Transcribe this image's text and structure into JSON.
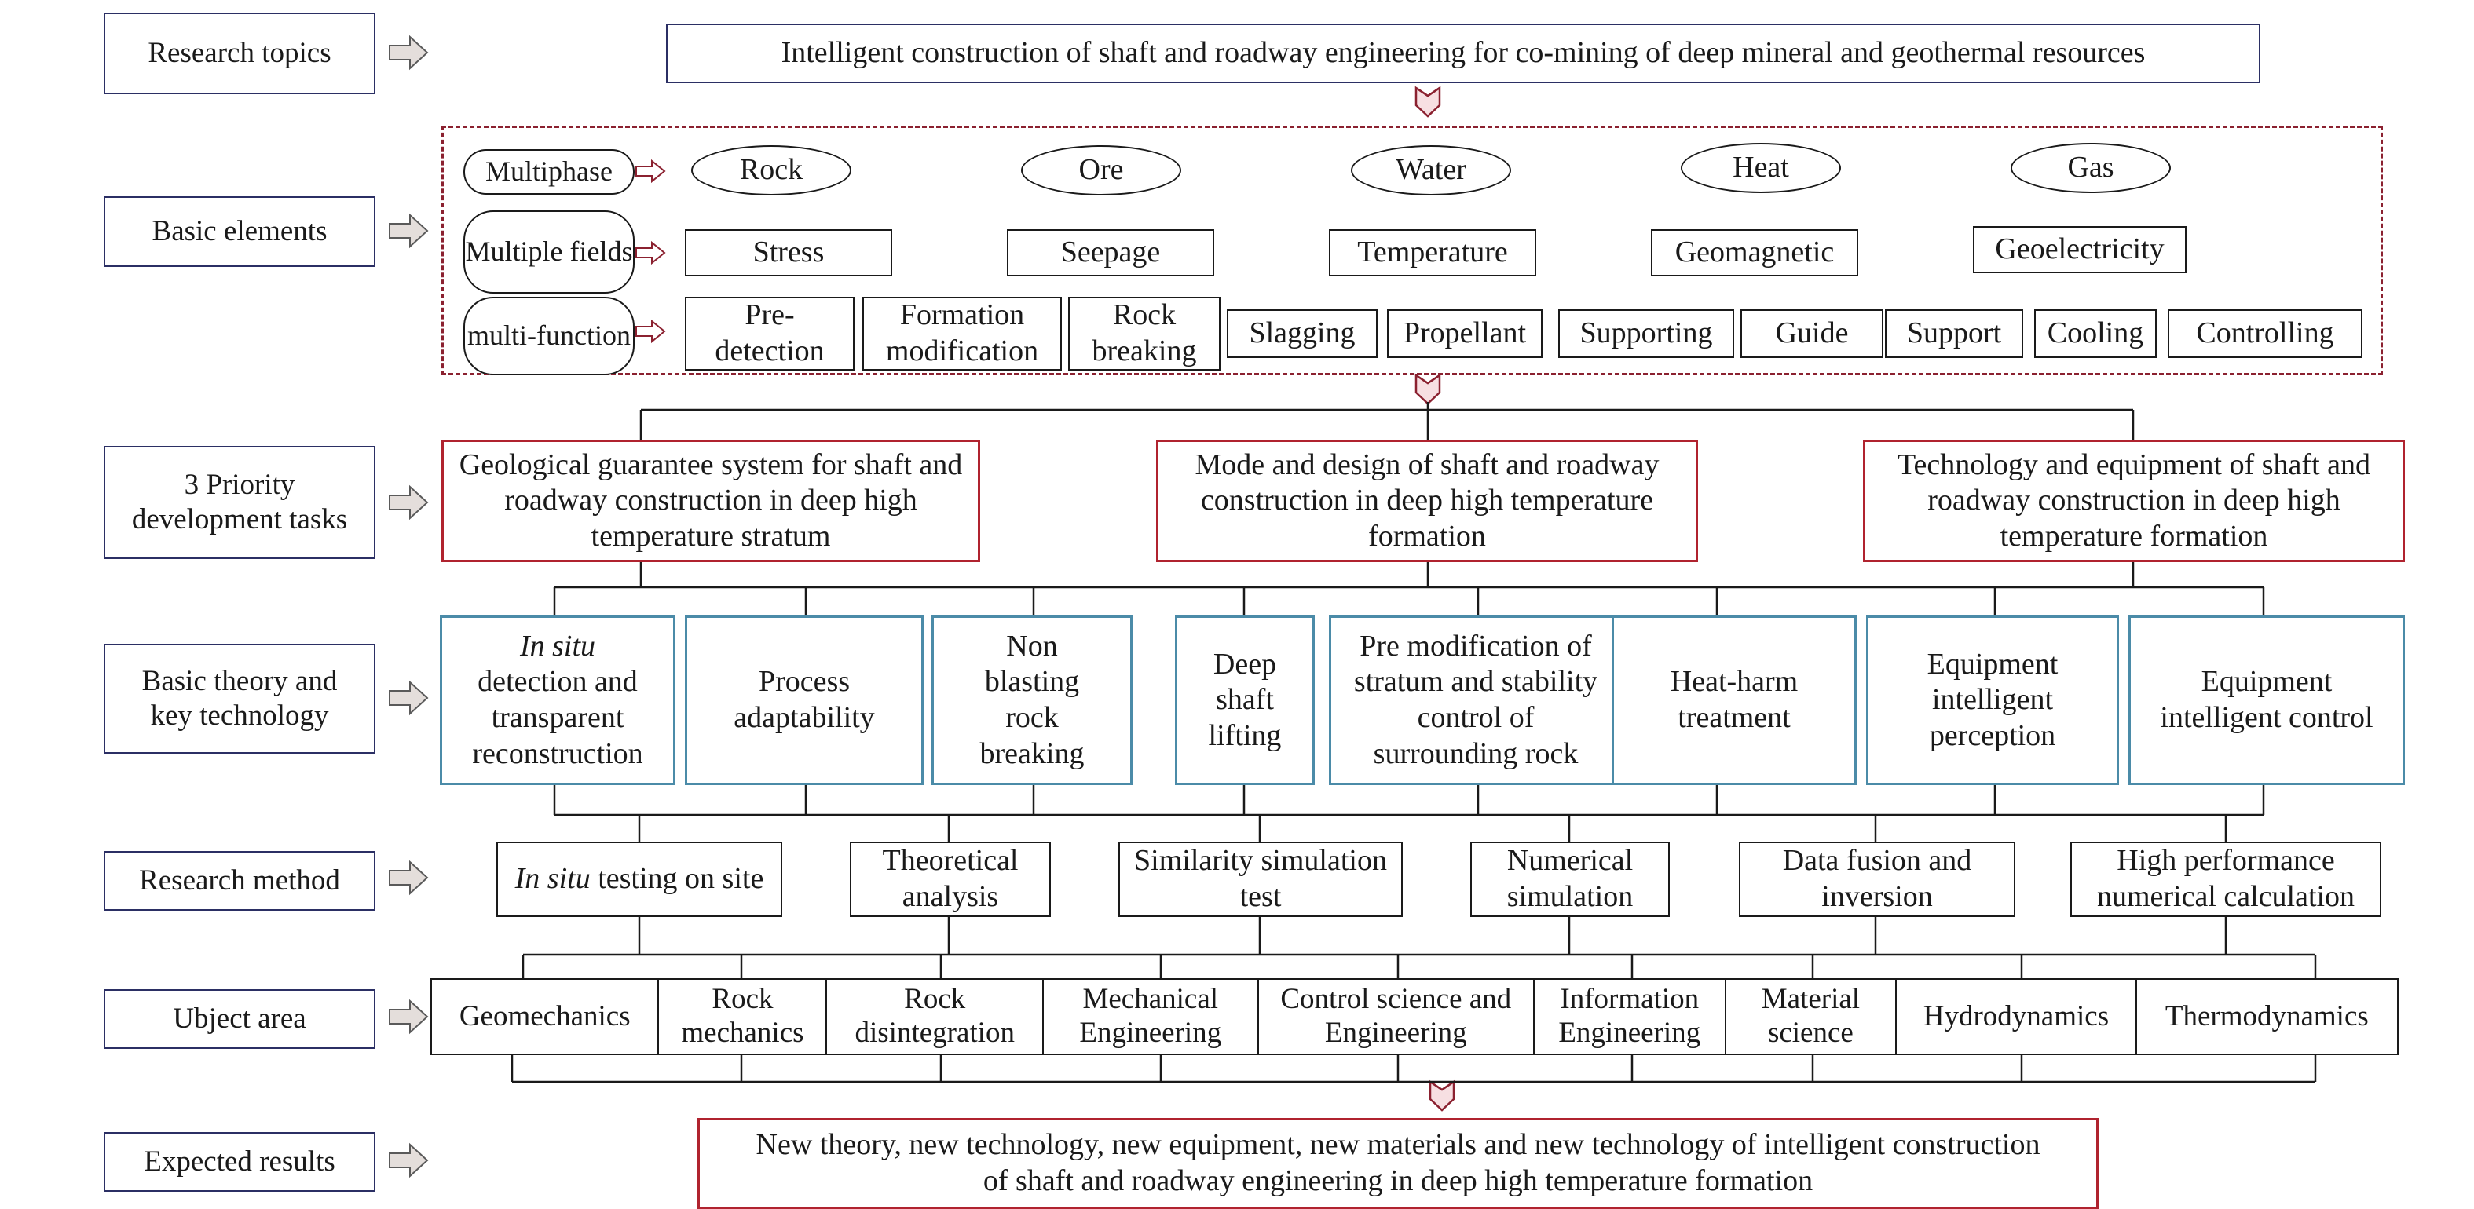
{
  "row_labels": {
    "research_topics": "Research topics",
    "basic_elements": "Basic elements",
    "priority_tasks": "3 Priority development tasks",
    "basic_theory": "Basic theory and key technology",
    "research_method": "Research method",
    "object_area": "Ubject area",
    "expected_results": "Expected results"
  },
  "research_topic": "Intelligent construction of shaft and roadway engineering for co-mining of deep mineral and geothermal resources",
  "basic_elements": {
    "multiphase": {
      "label": "Multiphase",
      "items": [
        "Rock",
        "Ore",
        "Water",
        "Heat",
        "Gas"
      ]
    },
    "multiple_fields": {
      "label": "Multiple fields",
      "items": [
        "Stress",
        "Seepage",
        "Temperature",
        "Geomagnetic",
        "Geoelectricity"
      ]
    },
    "multi_function": {
      "label": "multi-function",
      "items": [
        "Pre-detection",
        "Formation modification",
        "Rock breaking",
        "Slagging",
        "Propellant",
        "Supporting",
        "Guide",
        "Support",
        "Cooling",
        "Controlling"
      ]
    }
  },
  "priority_tasks": [
    "Geological guarantee system for shaft and roadway construction in deep high temperature stratum",
    "Mode and design of shaft and roadway construction in deep high temperature formation",
    "Technology and equipment of shaft and roadway construction in deep high temperature formation"
  ],
  "basic_theory": {
    "in_situ_italic": "In situ",
    "in_situ_rest": "detection and transparent reconstruction",
    "items": [
      "Process adaptability",
      "Non blasting rock breaking",
      "Deep shaft lifting",
      "Pre modification of stratum and stability control of surrounding rock",
      "Heat-harm treatment",
      "Equipment intelligent perception",
      "Equipment intelligent control"
    ]
  },
  "research_method": {
    "in_situ_italic": "In situ",
    "in_situ_rest": "testing on site",
    "items": [
      "Theoretical analysis",
      "Similarity simulation test",
      "Numerical simulation",
      "Data fusion and inversion",
      "High performance numerical calculation"
    ]
  },
  "object_areas": [
    "Geomechanics",
    "Rock mechanics",
    "Rock disintegration",
    "Mechanical Engineering",
    "Control science and Engineering",
    "Information Engineering",
    "Material science",
    "Hydrodynamics",
    "Thermodynamics"
  ],
  "expected_result": "New theory, new technology, new equipment, new materials and new technology of intelligent construction of shaft and roadway engineering in deep high temperature formation",
  "colors": {
    "navy": "#2b2f64",
    "red": "#b0232f",
    "teal": "#4b8ba8",
    "arrow_fill": "#e4dedb"
  }
}
